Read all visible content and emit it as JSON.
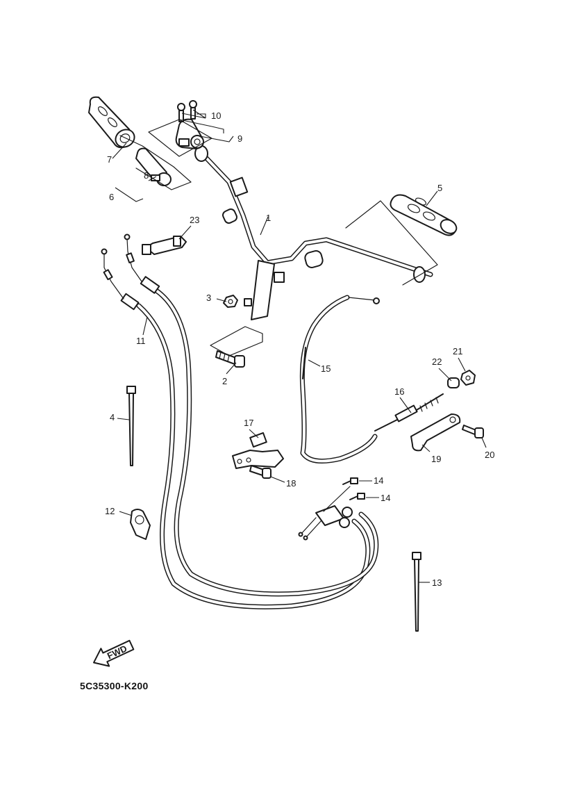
{
  "diagram_code": "5C35300-K200",
  "fwd_arrow_text": "FWD",
  "callouts": {
    "c1": "1",
    "c2": "2",
    "c3": "3",
    "c4": "4",
    "c5": "5",
    "c6": "6",
    "c7": "7",
    "c8": "8",
    "c9": "9",
    "c10": "10",
    "c11": "11",
    "c12": "12",
    "c13": "13",
    "c14a": "14",
    "c14b": "14",
    "c15": "15",
    "c16": "16",
    "c17": "17",
    "c18": "18",
    "c19": "19",
    "c20": "20",
    "c21": "21",
    "c22": "22",
    "c23": "23"
  },
  "colors": {
    "line": "#1a1a1a",
    "background": "#ffffff"
  }
}
